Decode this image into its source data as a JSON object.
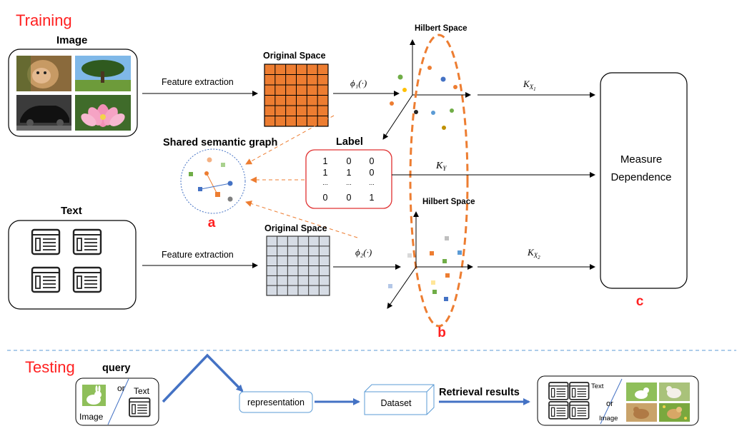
{
  "training": {
    "title": "Training",
    "image_label": "Image",
    "text_label": "Text",
    "feature_extraction_1": "Feature extraction",
    "feature_extraction_2": "Feature extraction",
    "original_space_1": "Original Space",
    "original_space_2": "Original Space",
    "phi1": "ϕ₁(·)",
    "phi2": "ϕ₂(·)",
    "hilbert_space_1": "Hilbert Space",
    "hilbert_space_2": "Hilbert Space",
    "kx1": "Kₓ₁",
    "ky": "K_Y",
    "kx2": "Kₓ₂",
    "measure_line1": "Measure",
    "measure_line2": "Dependence",
    "shared_graph": "Shared semantic graph",
    "label_title": "Label",
    "label_matrix": [
      [
        "1",
        "0",
        "0"
      ],
      [
        "1",
        "1",
        "0"
      ],
      [
        "...",
        "...",
        "..."
      ],
      [
        "0",
        "0",
        "1"
      ]
    ],
    "marker_a": "a",
    "marker_b": "b",
    "marker_c": "c"
  },
  "testing": {
    "title": "Testing",
    "query": "query",
    "or1": "or",
    "text_small": "Text",
    "image_small": "Image",
    "representation": "representation",
    "dataset": "Dataset",
    "retrieval": "Retrieval results",
    "res_text": "Text",
    "res_or": "or",
    "res_image": "Image"
  },
  "colors": {
    "red": "#ff2020",
    "orange": "#ed7d31",
    "blue_arrow": "#4472c4",
    "grid_gray": "#d6dce5"
  }
}
